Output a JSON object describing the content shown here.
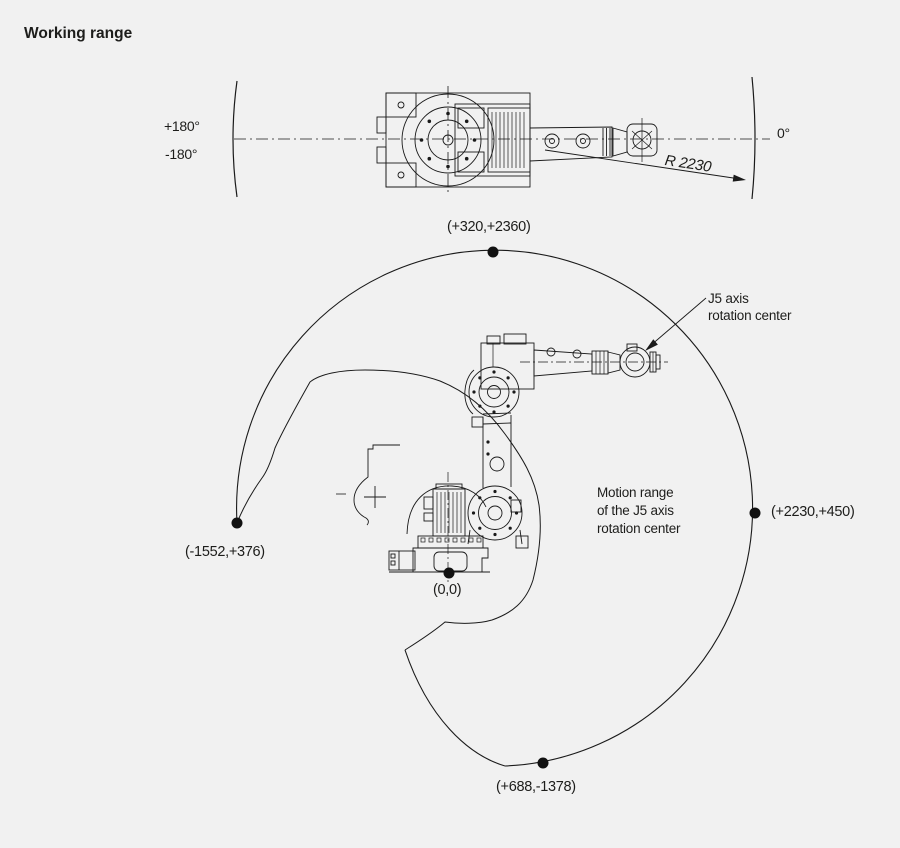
{
  "title": "Working range",
  "colors": {
    "background": "#f1f1f1",
    "line": "#1a1a1a",
    "text": "#1d1d1b"
  },
  "top_view": {
    "ccw_limit_label": "+180°",
    "cw_limit_label": "-180°",
    "zero_label": "0°",
    "radius_label": "R 2230"
  },
  "envelope": {
    "top_point_label": "(+320,+2360)",
    "right_point_label": "(+2230,+450)",
    "left_point_label": "(-1552,+376)",
    "bottom_point_label": "(+688,-1378)",
    "origin_label": "(0,0)",
    "j5_callout_line1": "J5 axis",
    "j5_callout_line2": "rotation center",
    "motion_note_line1": "Motion range",
    "motion_note_line2": "of the J5 axis",
    "motion_note_line3": "rotation center"
  }
}
